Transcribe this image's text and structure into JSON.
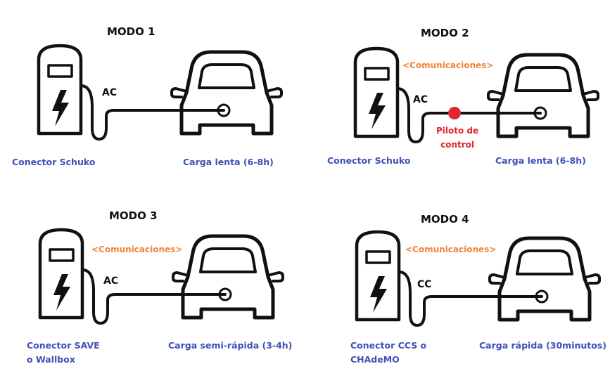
{
  "modes": [
    {
      "title": "MODO 1",
      "current": "AC",
      "comms": "",
      "pilot": "",
      "connector": "Conector Schuko",
      "charge": "Carga lenta (6-8h)"
    },
    {
      "title": "MODO 2",
      "current": "AC",
      "comms": "<Comunicaciones>",
      "pilot": "Piloto de\ncontrol",
      "connector": "Conector Schuko",
      "charge": "Carga lenta (6-8h)"
    },
    {
      "title": "MODO 3",
      "current": "AC",
      "comms": "<Comunicaciones>",
      "pilot": "",
      "connector": "Conector SAVE\no Wallbox",
      "charge": "Carga semi-rápida (3-4h)"
    },
    {
      "title": "MODO 4",
      "current": "CC",
      "comms": "<Comunicaciones>",
      "pilot": "",
      "connector": "Conector CCS o\nCHAdeMO",
      "charge": "Carga rápida (30minutos)"
    }
  ],
  "colors": {
    "connector_text": "#3f50b8",
    "communications_text": "#f0843a",
    "pilot_dot": "#e0262f",
    "lines": "#111111"
  },
  "icons": [
    "charging-station-icon",
    "lightning-bolt-icon",
    "car-front-icon"
  ]
}
